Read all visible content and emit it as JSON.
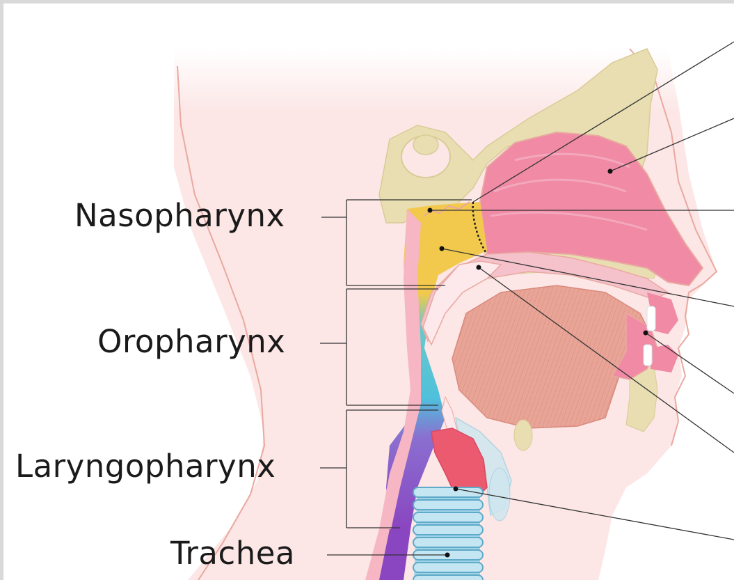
{
  "labels": {
    "nasopharynx": "Nasopharynx",
    "oropharynx": "Oropharynx",
    "laryngopharynx": "Laryngopharynx",
    "trachea": "Trachea"
  },
  "colors": {
    "skin": "#fce6e6",
    "skin_outline": "#e9a9a0",
    "bone": "#e8deb2",
    "mucosa": "#f08aa5",
    "tongue": "#e8a597",
    "nasopharynx_region": "#f2c94c",
    "oropharynx_region": "#5fc6d6",
    "laryngopharynx_region": "#8a52c8",
    "trachea": "#9fd4e8",
    "leader_line": "#333333"
  }
}
